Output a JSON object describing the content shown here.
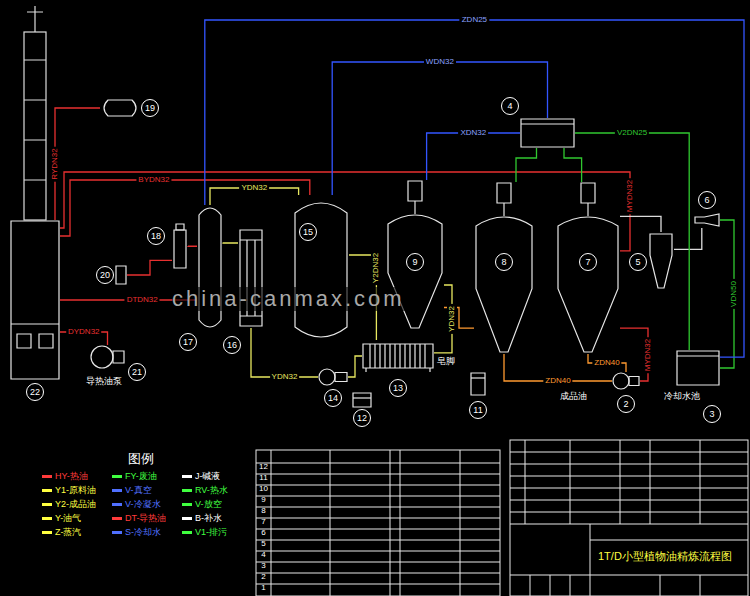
{
  "diagram": {
    "nodes": [
      {
        "text": [
          "22"
        ]
      },
      {
        "text": [
          "19"
        ]
      },
      {
        "text": [
          "20"
        ]
      },
      {
        "text": [
          "18"
        ]
      },
      {
        "text": [
          "17"
        ]
      },
      {
        "text": [
          "16"
        ]
      },
      {
        "text": [
          "15"
        ]
      },
      {
        "text": [
          "14"
        ]
      },
      {
        "text": [
          "13"
        ]
      },
      {
        "text": [
          "12"
        ]
      },
      {
        "text": [
          "11"
        ]
      },
      {
        "text": [
          "9"
        ]
      },
      {
        "text": [
          "8"
        ]
      },
      {
        "text": [
          "7"
        ]
      },
      {
        "text": [
          "4"
        ]
      },
      {
        "text": [
          "5"
        ]
      },
      {
        "text": [
          "6"
        ]
      },
      {
        "text": [
          "3"
        ]
      },
      {
        "text": [
          "2"
        ]
      },
      {
        "text": [
          "21"
        ]
      }
    ],
    "edges": [
      {
        "from": 0,
        "to": 1,
        "arrow": "none",
        "label": "RYDN32"
      },
      {
        "from": 0,
        "to": 6,
        "arrow": "none",
        "label": "BYDN32"
      },
      {
        "from": 0,
        "to": 13,
        "arrow": "none",
        "label": "MYDN32"
      },
      {
        "from": 0,
        "to": 4,
        "arrow": "none",
        "label": "DTDN32"
      },
      {
        "from": 0,
        "to": 19,
        "arrow": "none",
        "label": "DYDN32"
      },
      {
        "from": 6,
        "to": 4,
        "arrow": "none",
        "label": "YDN32"
      },
      {
        "from": 4,
        "to": 5,
        "arrow": "none"
      },
      {
        "from": 5,
        "to": 7,
        "arrow": "none",
        "label": "YDN32"
      },
      {
        "from": 7,
        "to": 8,
        "arrow": "none"
      },
      {
        "from": 6,
        "to": 8,
        "arrow": "none",
        "label": "Y2DN32"
      },
      {
        "from": 8,
        "to": 11,
        "arrow": "none",
        "label": "YDN32"
      },
      {
        "from": 11,
        "to": 12,
        "arrow": "none"
      },
      {
        "from": 12,
        "to": 18,
        "arrow": "none",
        "label": "ZDN40"
      },
      {
        "from": 18,
        "to": 13,
        "arrow": "none",
        "label": "MYDN32"
      },
      {
        "from": 13,
        "to": 18,
        "arrow": "none",
        "label": "ZDN40"
      },
      {
        "from": 13,
        "to": 15,
        "arrow": "none"
      },
      {
        "from": 15,
        "to": 16,
        "arrow": "none"
      },
      {
        "from": 16,
        "to": 17,
        "arrow": "none",
        "label": "VDN50"
      },
      {
        "from": 17,
        "to": 14,
        "arrow": "none",
        "label": "V2DN25"
      },
      {
        "from": 14,
        "to": 11,
        "arrow": "none",
        "label": "XDN32"
      },
      {
        "from": 14,
        "to": 12,
        "arrow": "none"
      },
      {
        "from": 14,
        "to": 13,
        "arrow": "none"
      },
      {
        "from": 6,
        "to": 14,
        "arrow": "none",
        "label": "WDN32"
      },
      {
        "from": 4,
        "to": 17,
        "arrow": "none",
        "label": "ZDN25"
      },
      {
        "from": 3,
        "to": 4,
        "arrow": "none"
      },
      {
        "from": 2,
        "to": 3,
        "arrow": "none"
      }
    ],
    "labels": [
      "china-canmax.com",
      "图例",
      "导热油泵",
      "皂脚",
      "成品油",
      "冷却水池",
      "1T/D小型植物油精炼流程图",
      "12",
      "11",
      "10",
      "9",
      "8",
      "7",
      "6",
      "5",
      "4",
      "3",
      "2",
      "1"
    ],
    "legend": [
      {
        "text": "HY-热油",
        "color": "#ff3b3b"
      },
      {
        "text": "Y1-原料油",
        "color": "#ffff40"
      },
      {
        "text": "Y2-成品油",
        "color": "#ffff40"
      },
      {
        "text": "Y-油气",
        "color": "#ffff40"
      },
      {
        "text": "Z-蒸汽",
        "color": "#ffff40"
      },
      {
        "text": "FY-废油",
        "color": "#40ff40"
      },
      {
        "text": "V-真空",
        "color": "#5070ff"
      },
      {
        "text": "V-冷凝水",
        "color": "#5070ff"
      },
      {
        "text": "DT-导热油",
        "color": "#ff3b3b"
      },
      {
        "text": "S-冷却水",
        "color": "#5070ff"
      },
      {
        "text": "J-碱液",
        "color": "#ffffff"
      },
      {
        "text": "RV-热水",
        "color": "#40ff40"
      },
      {
        "text": "V-放空",
        "color": "#40ff40"
      },
      {
        "text": "B-补水",
        "color": "#ffffff"
      },
      {
        "text": "V1-排污",
        "color": "#40ff40"
      }
    ]
  }
}
